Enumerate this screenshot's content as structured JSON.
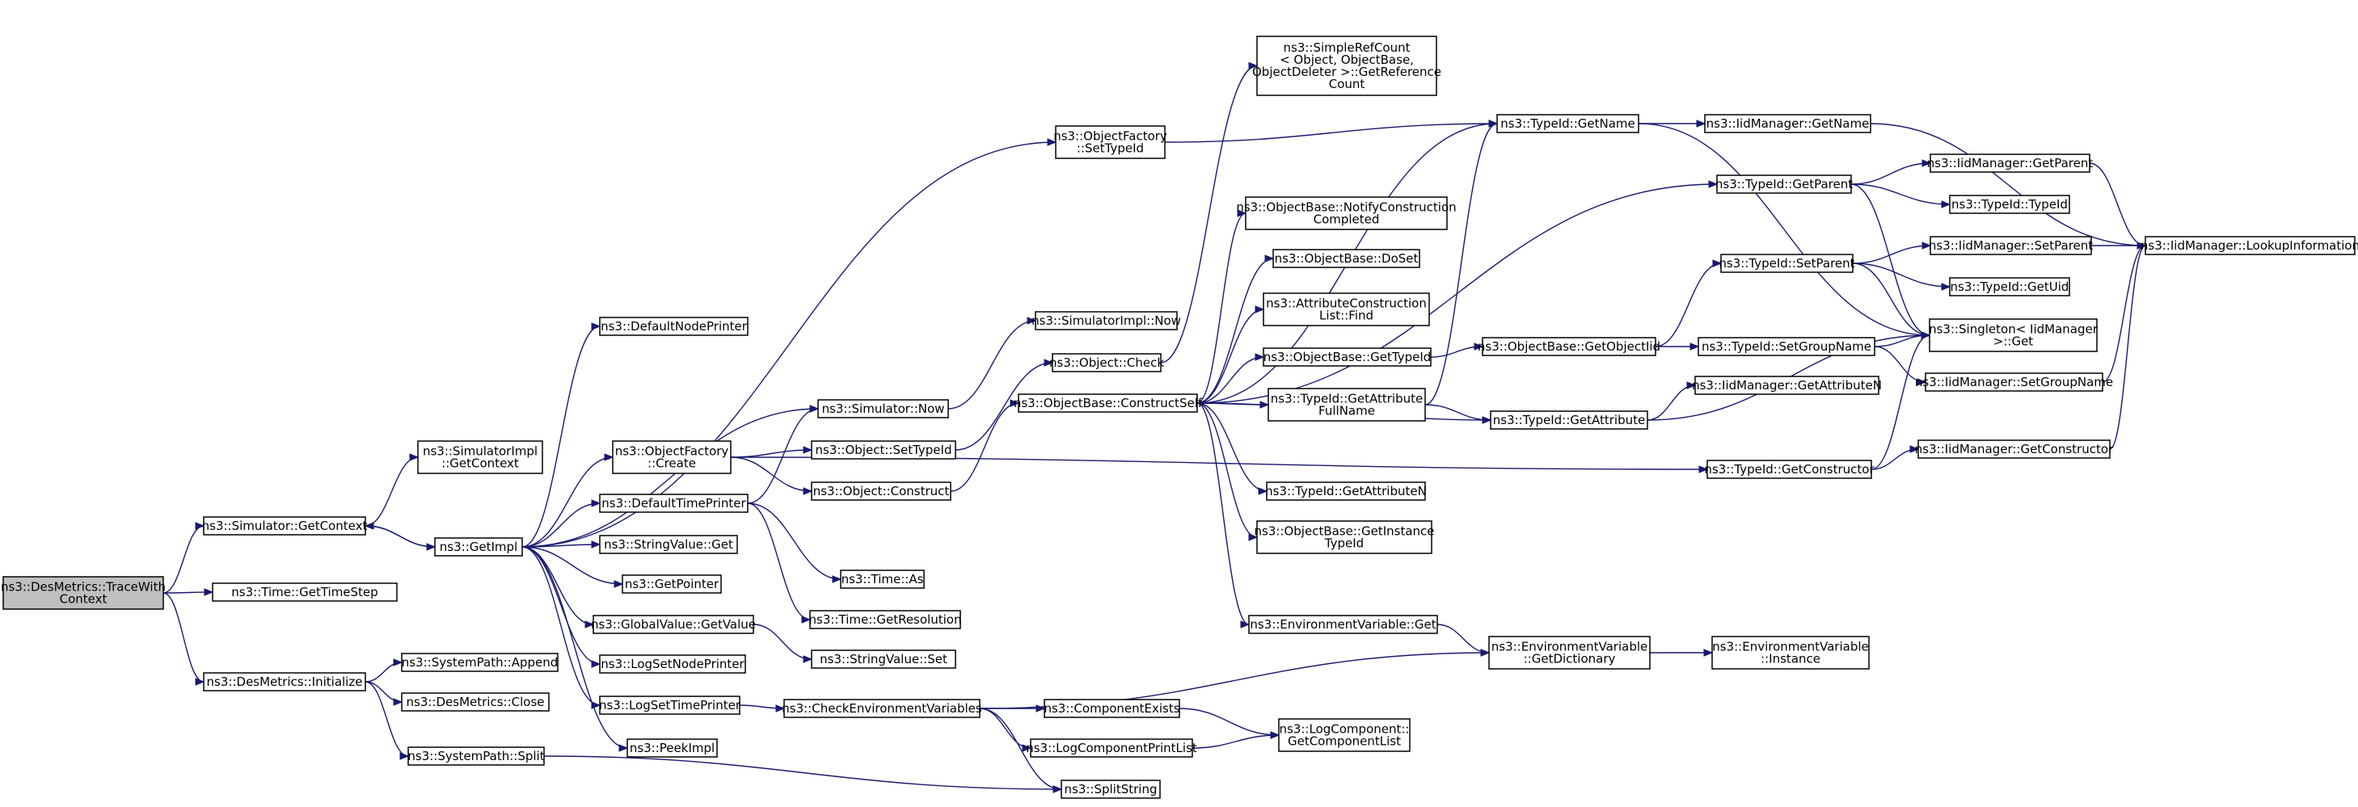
{
  "diagram": {
    "nodes": [
      {
        "id": "n0",
        "lines": [
          "ns3::DesMetrics::TraceWith",
          "Context"
        ],
        "root": true
      },
      {
        "id": "n1",
        "lines": [
          "ns3::Simulator::GetContext"
        ]
      },
      {
        "id": "n2",
        "lines": [
          "ns3::Time::GetTimeStep"
        ]
      },
      {
        "id": "n3",
        "lines": [
          "ns3::DesMetrics::Initialize"
        ]
      },
      {
        "id": "n4",
        "lines": [
          "ns3::SimulatorImpl",
          "::GetContext"
        ]
      },
      {
        "id": "n5",
        "lines": [
          "ns3::GetImpl"
        ]
      },
      {
        "id": "n6",
        "lines": [
          "ns3::SystemPath::Append"
        ]
      },
      {
        "id": "n7",
        "lines": [
          "ns3::DesMetrics::Close"
        ]
      },
      {
        "id": "n8",
        "lines": [
          "ns3::SystemPath::Split"
        ]
      },
      {
        "id": "n9",
        "lines": [
          "ns3::DefaultNodePrinter"
        ]
      },
      {
        "id": "n10",
        "lines": [
          "ns3::ObjectFactory",
          "::Create"
        ]
      },
      {
        "id": "n11",
        "lines": [
          "ns3::DefaultTimePrinter"
        ]
      },
      {
        "id": "n12",
        "lines": [
          "ns3::StringValue::Get"
        ]
      },
      {
        "id": "n13",
        "lines": [
          "ns3::GetPointer"
        ]
      },
      {
        "id": "n14",
        "lines": [
          "ns3::GlobalValue::GetValue"
        ]
      },
      {
        "id": "n15",
        "lines": [
          "ns3::LogSetNodePrinter"
        ]
      },
      {
        "id": "n16",
        "lines": [
          "ns3::LogSetTimePrinter"
        ]
      },
      {
        "id": "n17",
        "lines": [
          "ns3::PeekImpl"
        ]
      },
      {
        "id": "n18",
        "lines": [
          "ns3::Simulator::Now"
        ]
      },
      {
        "id": "n19",
        "lines": [
          "ns3::Object::SetTypeId"
        ]
      },
      {
        "id": "n20",
        "lines": [
          "ns3::Object::Construct"
        ]
      },
      {
        "id": "n21",
        "lines": [
          "ns3::Time::As"
        ]
      },
      {
        "id": "n22",
        "lines": [
          "ns3::Time::GetResolution"
        ]
      },
      {
        "id": "n23",
        "lines": [
          "ns3::StringValue::Set"
        ]
      },
      {
        "id": "n24",
        "lines": [
          "ns3::CheckEnvironmentVariables"
        ]
      },
      {
        "id": "n25",
        "lines": [
          "ns3::SimulatorImpl::Now"
        ]
      },
      {
        "id": "n26",
        "lines": [
          "ns3::Object::Check"
        ]
      },
      {
        "id": "n27",
        "lines": [
          "ns3::ObjectFactory",
          "::SetTypeId"
        ]
      },
      {
        "id": "n28",
        "lines": [
          "ns3::ObjectBase::ConstructSelf"
        ]
      },
      {
        "id": "n29",
        "lines": [
          "ns3::ComponentExists"
        ]
      },
      {
        "id": "n30",
        "lines": [
          "ns3::LogComponentPrintList"
        ]
      },
      {
        "id": "n31",
        "lines": [
          "ns3::SplitString"
        ]
      },
      {
        "id": "n32",
        "lines": [
          "ns3::SimpleRefCount",
          "< Object, ObjectBase,",
          "ObjectDeleter >::GetReference",
          "Count"
        ]
      },
      {
        "id": "n33",
        "lines": [
          "ns3::ObjectBase::NotifyConstruction",
          "Completed"
        ]
      },
      {
        "id": "n34",
        "lines": [
          "ns3::ObjectBase::DoSet"
        ]
      },
      {
        "id": "n35",
        "lines": [
          "ns3::AttributeConstruction",
          "List::Find"
        ]
      },
      {
        "id": "n36",
        "lines": [
          "ns3::ObjectBase::GetTypeId"
        ]
      },
      {
        "id": "n37",
        "lines": [
          "ns3::TypeId::GetAttribute",
          "FullName"
        ]
      },
      {
        "id": "n38",
        "lines": [
          "ns3::TypeId::GetAttributeN"
        ]
      },
      {
        "id": "n39",
        "lines": [
          "ns3::ObjectBase::GetInstance",
          "TypeId"
        ]
      },
      {
        "id": "n40",
        "lines": [
          "ns3::EnvironmentVariable::Get"
        ]
      },
      {
        "id": "n41",
        "lines": [
          "ns3::LogComponent::",
          "GetComponentList"
        ]
      },
      {
        "id": "n42",
        "lines": [
          "ns3::TypeId::GetName"
        ]
      },
      {
        "id": "n43",
        "lines": [
          "ns3::ObjectBase::GetObjectIid"
        ]
      },
      {
        "id": "n44",
        "lines": [
          "ns3::TypeId::GetAttribute"
        ]
      },
      {
        "id": "n45",
        "lines": [
          "ns3::EnvironmentVariable",
          "::GetDictionary"
        ]
      },
      {
        "id": "n46",
        "lines": [
          "ns3::IidManager::GetName"
        ]
      },
      {
        "id": "n47",
        "lines": [
          "ns3::TypeId::GetParent"
        ]
      },
      {
        "id": "n48",
        "lines": [
          "ns3::TypeId::SetParent"
        ]
      },
      {
        "id": "n49",
        "lines": [
          "ns3::TypeId::SetGroupName"
        ]
      },
      {
        "id": "n50",
        "lines": [
          "ns3::IidManager::GetAttributeN"
        ]
      },
      {
        "id": "n51",
        "lines": [
          "ns3::TypeId::GetConstructor"
        ]
      },
      {
        "id": "n52",
        "lines": [
          "ns3::EnvironmentVariable",
          "::Instance"
        ]
      },
      {
        "id": "n53",
        "lines": [
          "ns3::IidManager::GetParent"
        ]
      },
      {
        "id": "n54",
        "lines": [
          "ns3::TypeId::TypeId"
        ]
      },
      {
        "id": "n55",
        "lines": [
          "ns3::IidManager::SetParent"
        ]
      },
      {
        "id": "n56",
        "lines": [
          "ns3::TypeId::GetUid"
        ]
      },
      {
        "id": "n57",
        "lines": [
          "ns3::Singleton< IidManager",
          " >::Get"
        ]
      },
      {
        "id": "n58",
        "lines": [
          "ns3::IidManager::SetGroupName"
        ]
      },
      {
        "id": "n59",
        "lines": [
          "ns3::IidManager::GetConstructor"
        ]
      },
      {
        "id": "n60",
        "lines": [
          "ns3::IidManager::LookupInformation"
        ]
      }
    ],
    "edges": [
      [
        "n0",
        "n1"
      ],
      [
        "n0",
        "n2"
      ],
      [
        "n0",
        "n3"
      ],
      [
        "n1",
        "n4"
      ],
      [
        "n1",
        "n5"
      ],
      [
        "n3",
        "n6"
      ],
      [
        "n3",
        "n7"
      ],
      [
        "n3",
        "n8"
      ],
      [
        "n5",
        "n9"
      ],
      [
        "n5",
        "n10"
      ],
      [
        "n5",
        "n11"
      ],
      [
        "n5",
        "n12"
      ],
      [
        "n5",
        "n13"
      ],
      [
        "n5",
        "n14"
      ],
      [
        "n5",
        "n15"
      ],
      [
        "n5",
        "n16"
      ],
      [
        "n5",
        "n17"
      ],
      [
        "n5",
        "n18"
      ],
      [
        "n5",
        "n1"
      ],
      [
        "n5",
        "n27"
      ],
      [
        "n10",
        "n19"
      ],
      [
        "n10",
        "n20"
      ],
      [
        "n10",
        "n51"
      ],
      [
        "n11",
        "n18"
      ],
      [
        "n11",
        "n21"
      ],
      [
        "n11",
        "n22"
      ],
      [
        "n14",
        "n23"
      ],
      [
        "n16",
        "n24"
      ],
      [
        "n8",
        "n31"
      ],
      [
        "n18",
        "n25"
      ],
      [
        "n19",
        "n26"
      ],
      [
        "n20",
        "n28"
      ],
      [
        "n24",
        "n29"
      ],
      [
        "n24",
        "n30"
      ],
      [
        "n24",
        "n31"
      ],
      [
        "n24",
        "n45"
      ],
      [
        "n26",
        "n32"
      ],
      [
        "n27",
        "n42"
      ],
      [
        "n28",
        "n33"
      ],
      [
        "n28",
        "n34"
      ],
      [
        "n28",
        "n35"
      ],
      [
        "n28",
        "n36"
      ],
      [
        "n28",
        "n37"
      ],
      [
        "n28",
        "n38"
      ],
      [
        "n28",
        "n39"
      ],
      [
        "n28",
        "n40"
      ],
      [
        "n28",
        "n44"
      ],
      [
        "n28",
        "n42"
      ],
      [
        "n28",
        "n47"
      ],
      [
        "n29",
        "n41"
      ],
      [
        "n30",
        "n41"
      ],
      [
        "n36",
        "n43"
      ],
      [
        "n37",
        "n42"
      ],
      [
        "n37",
        "n44"
      ],
      [
        "n40",
        "n45"
      ],
      [
        "n42",
        "n46"
      ],
      [
        "n42",
        "n57"
      ],
      [
        "n43",
        "n48"
      ],
      [
        "n43",
        "n49"
      ],
      [
        "n44",
        "n50"
      ],
      [
        "n44",
        "n57"
      ],
      [
        "n45",
        "n52"
      ],
      [
        "n46",
        "n60"
      ],
      [
        "n47",
        "n53"
      ],
      [
        "n47",
        "n54"
      ],
      [
        "n47",
        "n57"
      ],
      [
        "n48",
        "n55"
      ],
      [
        "n48",
        "n56"
      ],
      [
        "n48",
        "n57"
      ],
      [
        "n49",
        "n57"
      ],
      [
        "n49",
        "n58"
      ],
      [
        "n51",
        "n59"
      ],
      [
        "n51",
        "n57"
      ],
      [
        "n53",
        "n60"
      ],
      [
        "n55",
        "n60"
      ],
      [
        "n58",
        "n60"
      ],
      [
        "n59",
        "n60"
      ]
    ]
  }
}
